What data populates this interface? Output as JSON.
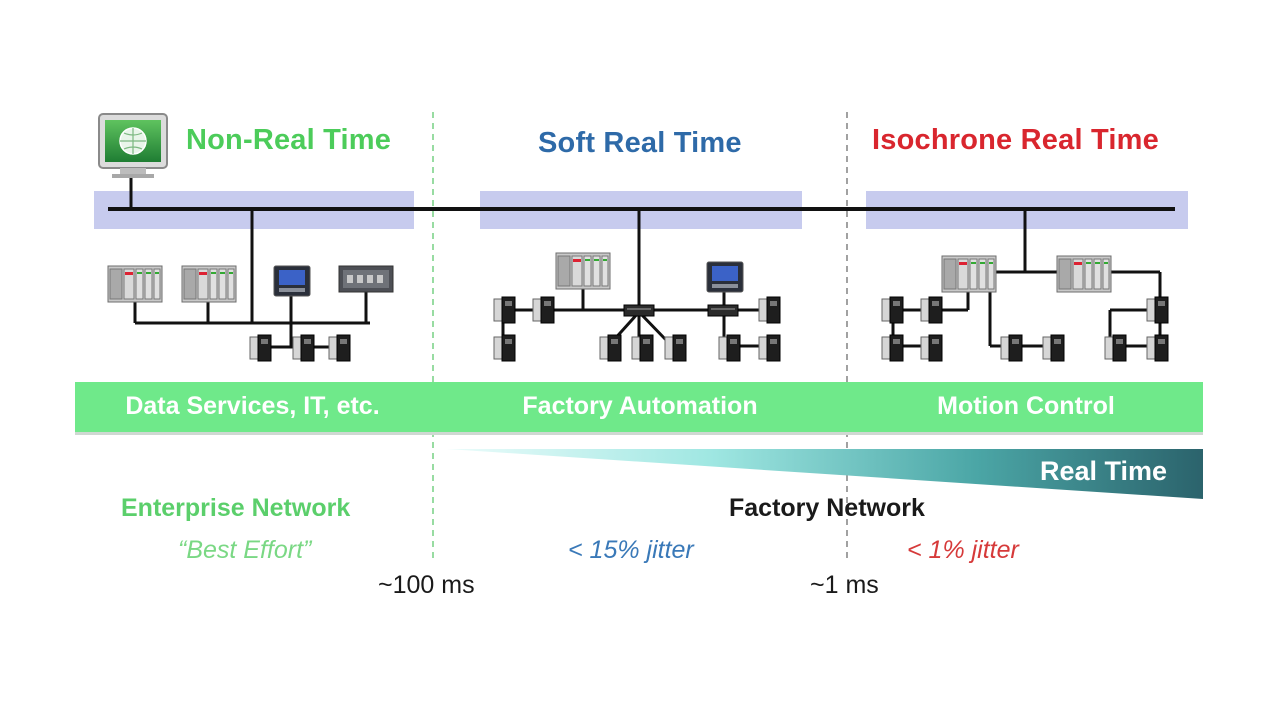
{
  "headings": {
    "non_real_time": "Non-Real Time",
    "soft_real_time": "Soft Real Time",
    "isochrone_real_time": "Isochrone Real Time"
  },
  "band": {
    "data_services": "Data Services, IT, etc.",
    "factory_automation": "Factory Automation",
    "motion_control": "Motion Control"
  },
  "real_time_label": "Real Time",
  "enterprise": {
    "title": "Enterprise Network",
    "subtitle": "“Best Effort”"
  },
  "factory": {
    "title": "Factory Network",
    "soft_jitter": "< 15% jitter",
    "iso_jitter": "< 1% jitter"
  },
  "thresholds": {
    "left": "~100 ms",
    "right": "~1 ms"
  },
  "colors": {
    "green_heading": "#4ccc5a",
    "blue_heading": "#2e6aa8",
    "red_heading": "#d9262e",
    "band_green": "#6ee88a",
    "bus_bar": "#c5c9ec",
    "teal_gradient_end": "#2f6f78",
    "teal_gradient_start": "#d8f7f5",
    "enterprise_green": "#5bcf6b",
    "best_effort_green": "#7ad884",
    "soft_blue": "#3a79b8",
    "iso_red": "#d63a3a",
    "dashed_divider": "#7dd68a"
  },
  "icons": [
    "monitor-globe-icon",
    "plc-rack-icon",
    "hmi-panel-icon",
    "controller-icon",
    "io-module-icon",
    "network-switch-icon"
  ]
}
